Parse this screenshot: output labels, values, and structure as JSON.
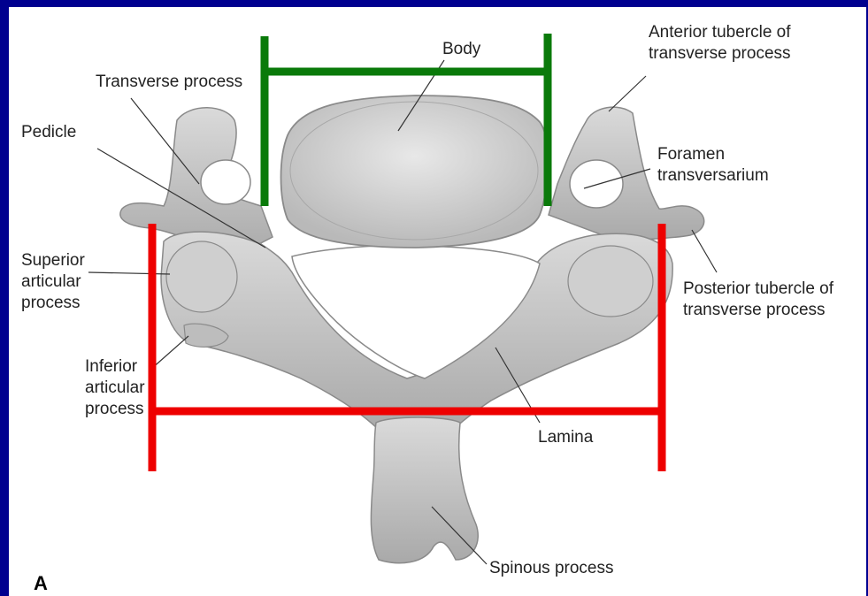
{
  "slide": {
    "background_color": "#00008f",
    "frame_color": "#ffffff"
  },
  "figure": {
    "panel_letter": "A",
    "labels": {
      "body": "Body",
      "transverse_process": "Transverse process",
      "pedicle": "Pedicle",
      "superior_articular_process": "Superior\narticular\nprocess",
      "inferior_articular_process": "Inferior\narticular\nprocess",
      "anterior_tubercle": "Anterior tubercle of\ntransverse process",
      "foramen_transversarium": "Foramen\ntransversarium",
      "posterior_tubercle": "Posterior tubercle of\ntransverse process",
      "lamina": "Lamina",
      "spinous_process": "Spinous process"
    },
    "colors": {
      "body_width_bracket": "#0a7a0a",
      "posterior_width_bracket": "#ee0000",
      "bone_fill": "#dcdcdc",
      "bone_shadow": "#9a9a9a"
    }
  }
}
